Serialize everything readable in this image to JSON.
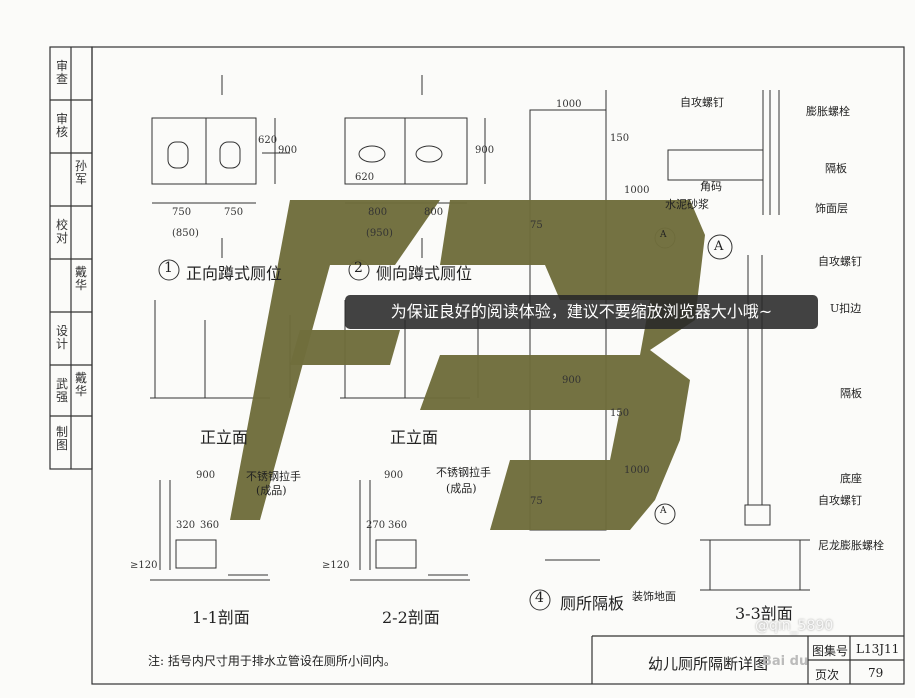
{
  "stamps": [
    "审查",
    "审核",
    "校对",
    "设计",
    "武强",
    "制图"
  ],
  "signatures": [
    "孙军",
    "戴华",
    "戴华"
  ],
  "captions": {
    "c1_num": "1",
    "c1": "正向蹲式厕位",
    "c2_num": "2",
    "c2": "侧向蹲式厕位",
    "front1": "正立面",
    "front2": "正立面",
    "s11": "1-1剖面",
    "s22": "2-2剖面",
    "c4_num": "4",
    "c4": "厕所隔板",
    "s33": "3-3剖面"
  },
  "labels": {
    "screw1": "自攻螺钉",
    "expansion": "膨胀螺栓",
    "partition": "隔板",
    "angle": "角码",
    "cement": "水泥砂浆",
    "finish": "饰面层",
    "screw2": "自攻螺钉",
    "u_edge": "U扣边",
    "partition2": "隔板",
    "base": "底座",
    "screw3": "自攻螺钉",
    "nylon": "尼龙膨胀螺栓",
    "floor": "装饰地面",
    "handle1": "不锈钢拉手",
    "handle1b": "(成品)",
    "handle2": "不锈钢拉手",
    "handle2b": "(成品)",
    "marker_a": "A",
    "marker_a2": "A",
    "marker_a3": "A"
  },
  "dims": {
    "d750a": "750",
    "d750b": "750",
    "d850": "(850)",
    "d800a": "800",
    "d800b": "800",
    "d950": "(950)",
    "d620": "620",
    "d620b": "620",
    "d900": "900",
    "d900b": "900",
    "d1000": "1000",
    "d900c": "900",
    "d900d": "900",
    "d900e": "900",
    "d320": "320",
    "d360": "360",
    "d270": "270",
    "d360b": "360",
    "d120": "≥120",
    "d120b": "≥120",
    "d1000v": "1000",
    "d1000v2": "1000",
    "d150": "150",
    "d150b": "150",
    "d75": "75",
    "d75b": "75"
  },
  "note": "注: 括号内尺寸用于排水立管设在厕所小间内。",
  "title_block": {
    "title": "幼儿厕所隔断详图",
    "atlas_label": "图集号",
    "atlas_value": "L13J11",
    "page_label": "页次",
    "page_value": "79"
  },
  "overlay": {
    "toast": "为保证良好的阅读体验，建议不要缩放浏览器大小哦~",
    "watermark": "@qin_5890",
    "logo_text": "Bai du"
  },
  "colors": {
    "logo": "#6f6d3c",
    "toast_bg": "#2b2b2b",
    "line": "#333333"
  }
}
